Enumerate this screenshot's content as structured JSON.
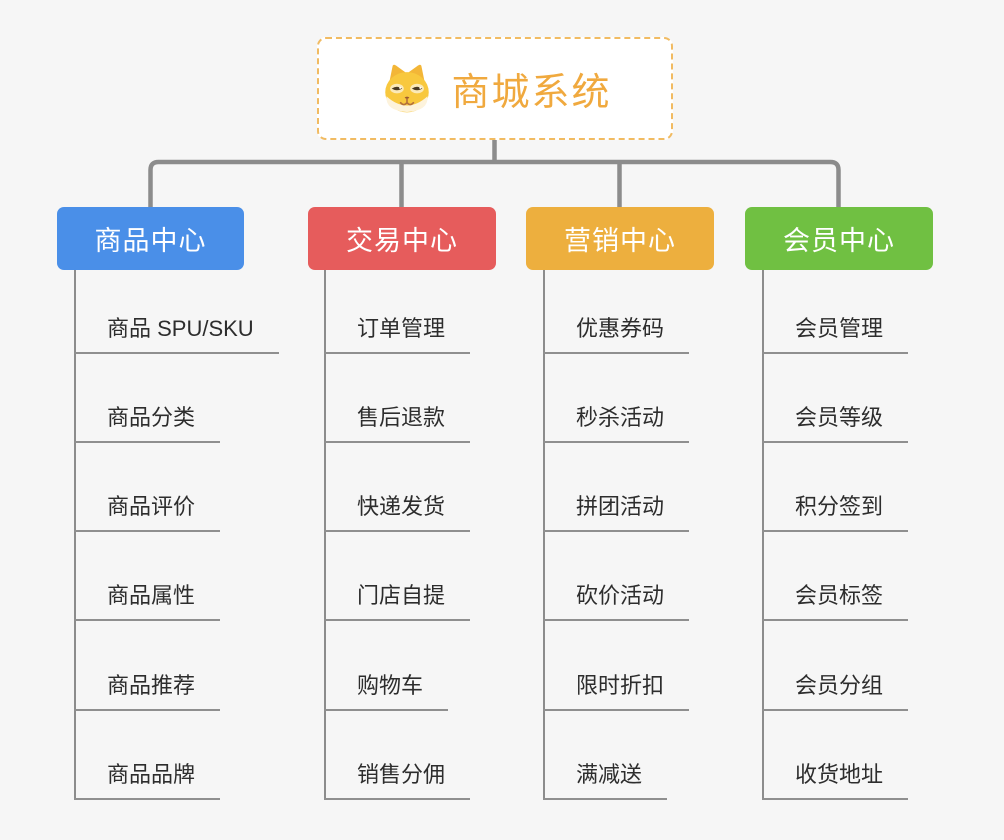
{
  "page": {
    "background": "#F6F6F6",
    "connector_color": "#8C8C8C",
    "underline_color": "#8F8F8F"
  },
  "root": {
    "title": "商城系统",
    "icon": "shiba-dog-icon",
    "title_color": "#F0A93E",
    "border_color": "#F1BB62"
  },
  "branches": [
    {
      "id": "product-center",
      "label": "商品中心",
      "color": "#4A8FE8",
      "children": [
        "商品 SPU/SKU",
        "商品分类",
        "商品评价",
        "商品属性",
        "商品推荐",
        "商品品牌"
      ]
    },
    {
      "id": "trade-center",
      "label": "交易中心",
      "color": "#E65C5C",
      "children": [
        "订单管理",
        "售后退款",
        "快递发货",
        "门店自提",
        "购物车",
        "销售分佣"
      ]
    },
    {
      "id": "marketing-center",
      "label": "营销中心",
      "color": "#EDAF3E",
      "children": [
        "优惠券码",
        "秒杀活动",
        "拼团活动",
        "砍价活动",
        "限时折扣",
        "满减送"
      ]
    },
    {
      "id": "member-center",
      "label": "会员中心",
      "color": "#70C042",
      "children": [
        "会员管理",
        "会员等级",
        "积分签到",
        "会员标签",
        "会员分组",
        "收货地址"
      ]
    }
  ]
}
